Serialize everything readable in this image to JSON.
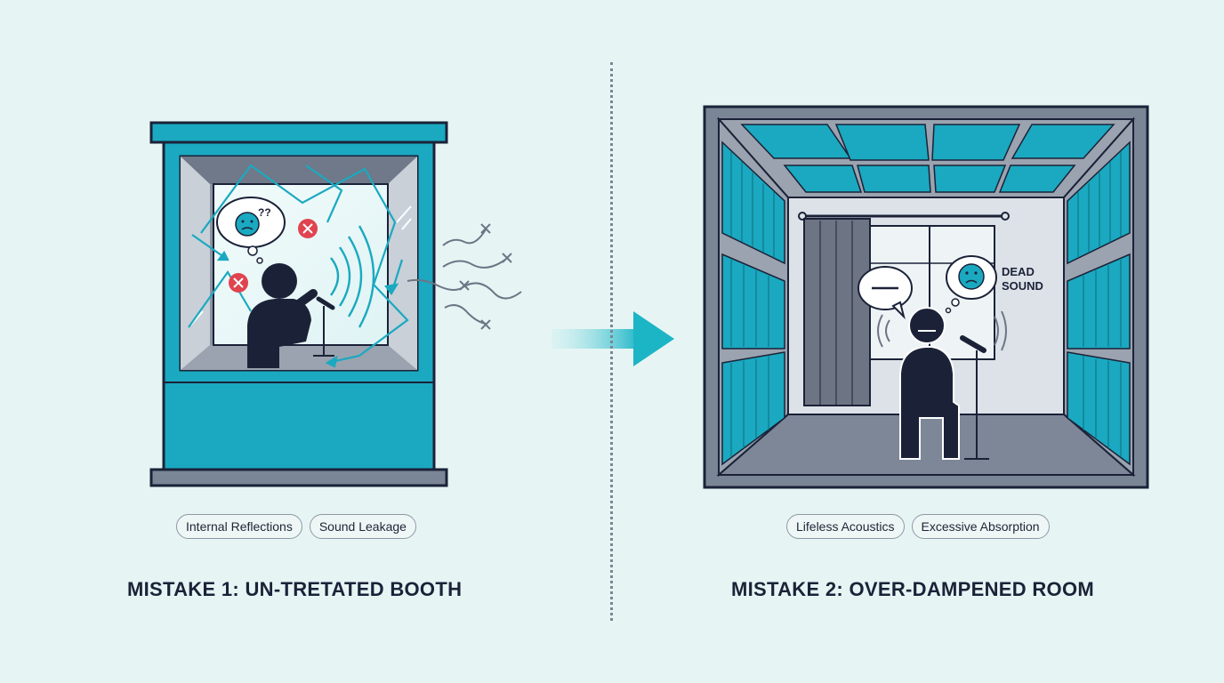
{
  "left_panel": {
    "tags": [
      "Internal Reflections",
      "Sound Leakage"
    ],
    "caption": "MISTAKE 1: UN-TRETATED BOOTH",
    "thought_glyph": "??"
  },
  "right_panel": {
    "tags": [
      "Lifeless Acoustics",
      "Excessive Absorption"
    ],
    "caption": "MISTAKE 2: OVER-DAMPENED ROOM",
    "label_line1": "DEAD",
    "label_line2": "SOUND"
  },
  "colors": {
    "teal": "#1aa9c0",
    "navy": "#1b2238",
    "red": "#e0444f",
    "gray": "#6d7585"
  }
}
